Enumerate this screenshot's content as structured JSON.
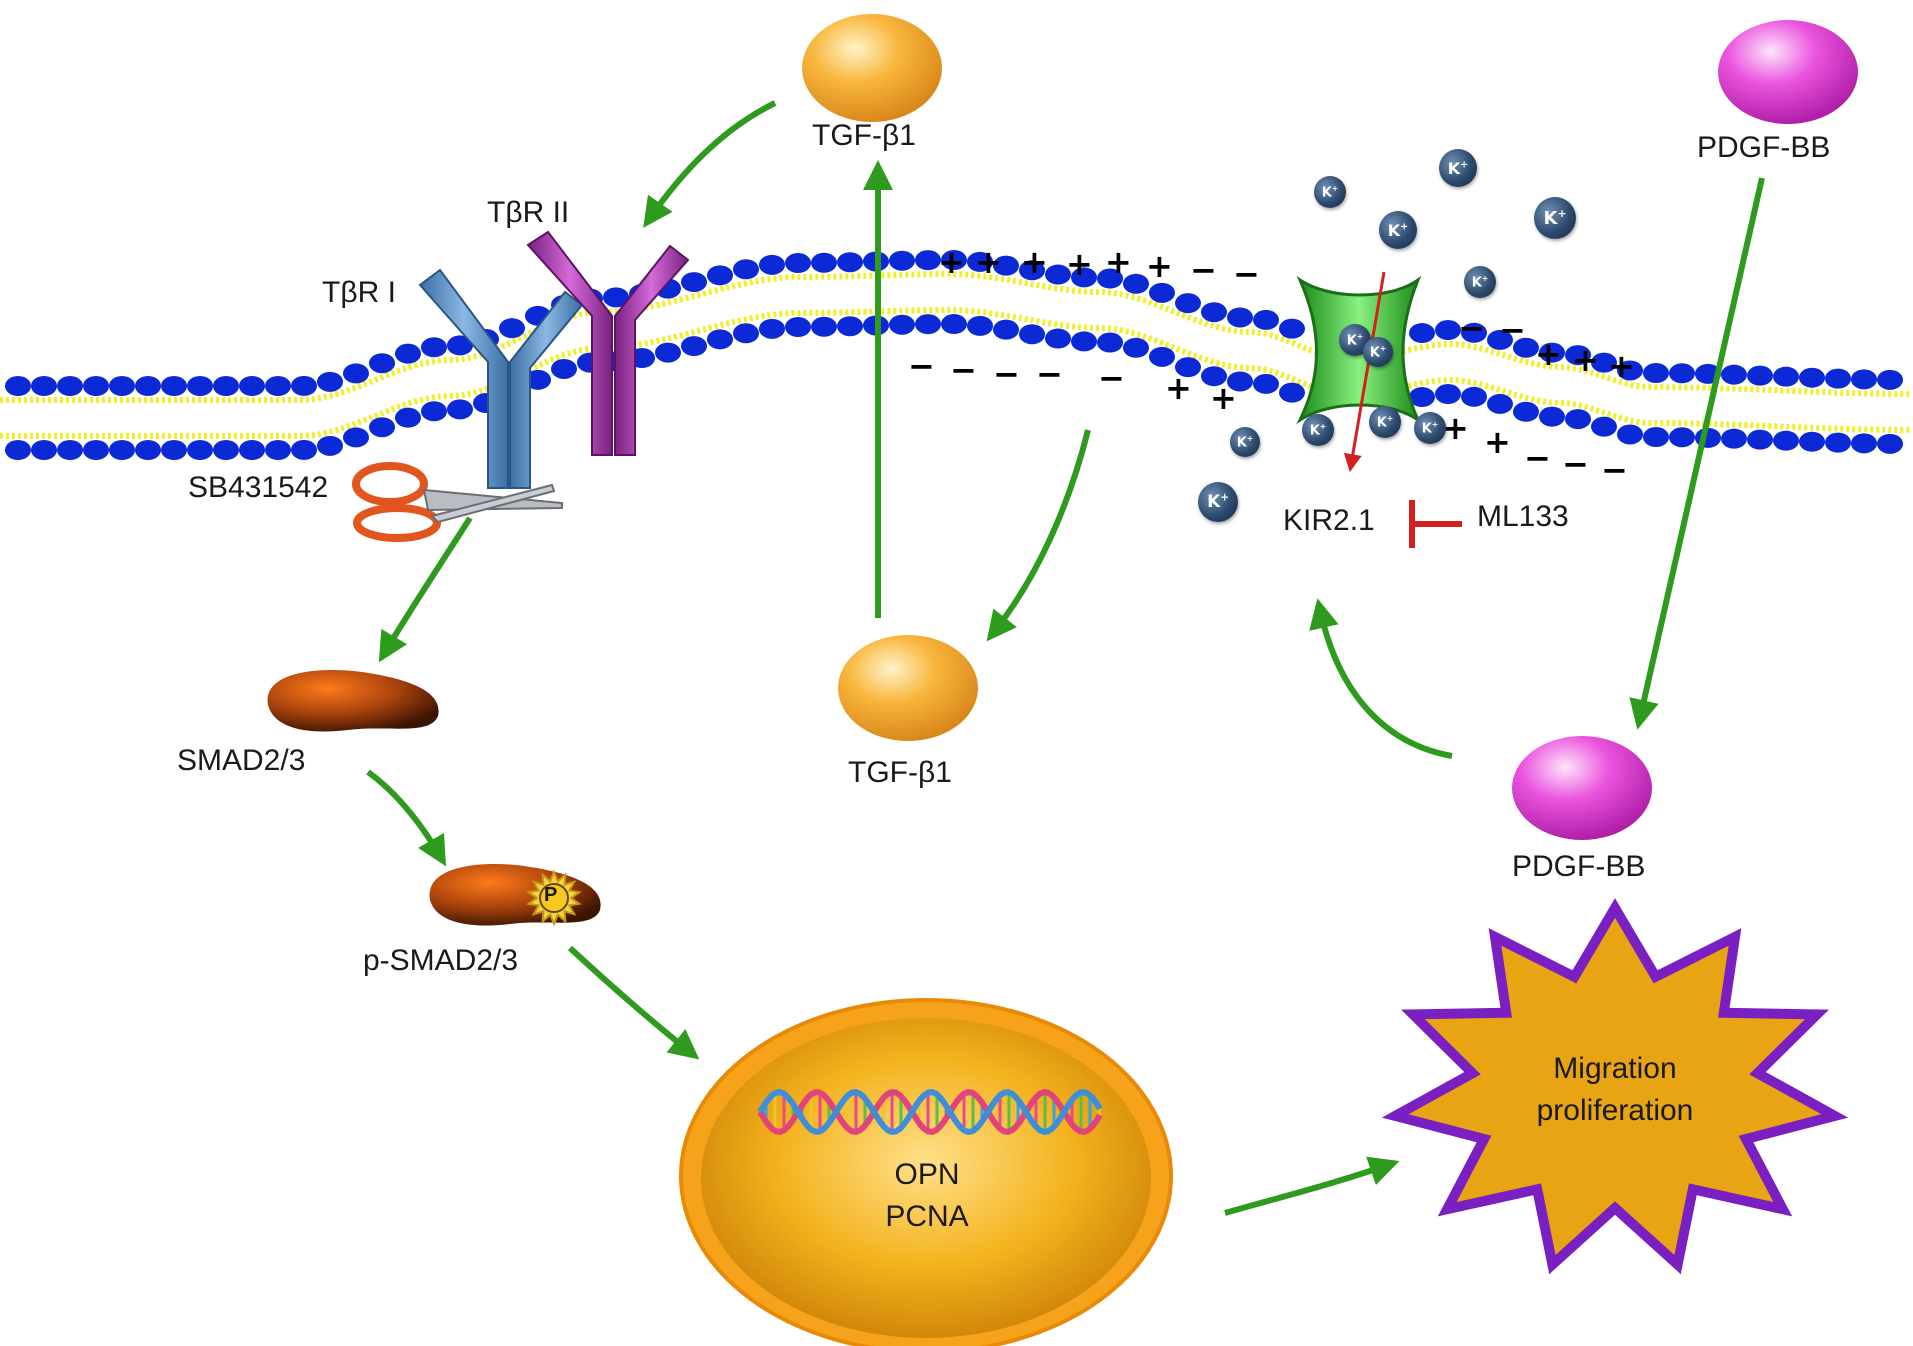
{
  "labels": {
    "tgf_top": "TGF-β1",
    "tgf_bottom": "TGF-β1",
    "pdgf_top": "PDGF-BB",
    "pdgf_bottom": "PDGF-BB",
    "tbr_i": "TβR I",
    "tbr_ii": "TβR II",
    "sb431542": "SB431542",
    "smad": "SMAD2/3",
    "psmad": "p-SMAD2/3",
    "kir": "KIR2.1",
    "ml133": "ML133",
    "nucleus_line1": "OPN",
    "nucleus_line2": "PCNA",
    "outcome_line1": "Migration",
    "outcome_line2": "proliferation",
    "phospho": "P"
  },
  "ion": {
    "symbol": "K",
    "charge": "+"
  },
  "signs": {
    "plus": "+",
    "minus": "−"
  },
  "colors": {
    "activation_arrow": "#2e9a1e",
    "inhibition": "#d41f1f",
    "membrane_head": "#0b2ad6",
    "membrane_tail": "#f2ee2a",
    "tgf": "#f5a623",
    "pdgf": "#e23ad8",
    "receptor_i": "#5b8fc4",
    "receptor_ii": "#a23aa8",
    "channel": "#3fcf3a",
    "smad": "#a8420c",
    "nucleus": "#f0a818",
    "star_fill": "#e8a412",
    "star_border": "#7a1fc2"
  }
}
